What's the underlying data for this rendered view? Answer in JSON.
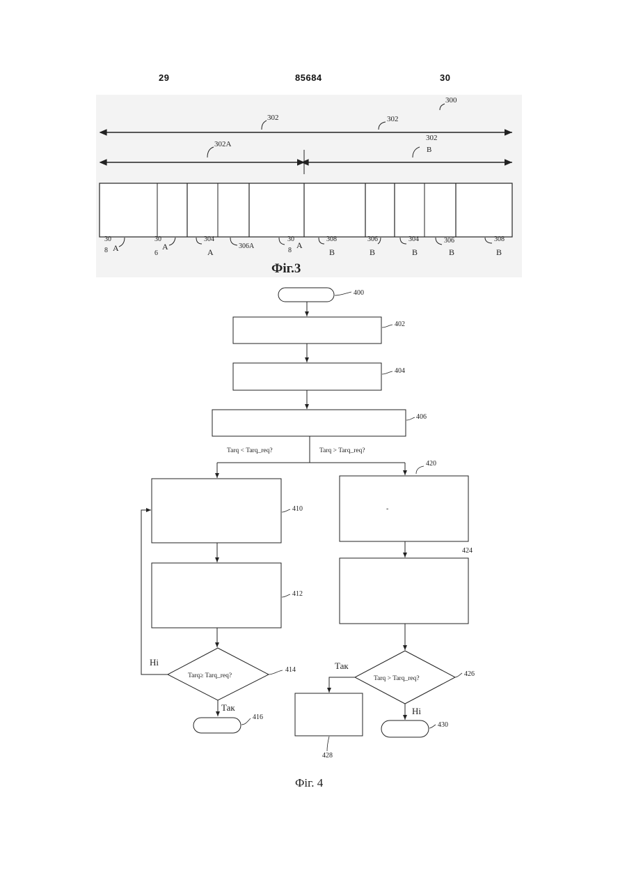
{
  "header": {
    "left_page": "29",
    "doc_number": "85684",
    "right_page": "30"
  },
  "fig3": {
    "caption": "Фіг.3",
    "ref_300": "300",
    "ref_302_top": "302",
    "ref_302_right": "302",
    "ref_302a": "302A",
    "ref_302b_num": "302",
    "ref_302b_letter": "B",
    "segment_labels": [
      {
        "num": "30",
        "sub": "8",
        "letter": "A"
      },
      {
        "num": "30",
        "sub": "6",
        "letter": "A"
      },
      {
        "num": "304",
        "sub": "",
        "letter": "A"
      },
      {
        "num": "306A",
        "sub": "",
        "letter": ""
      },
      {
        "num": "30",
        "sub": "8",
        "letter": "A"
      },
      {
        "num": "308",
        "sub": "",
        "letter": "B"
      },
      {
        "num": "306",
        "sub": "",
        "letter": "B"
      },
      {
        "num": "304",
        "sub": "",
        "letter": "B"
      },
      {
        "num": "306",
        "sub": "",
        "letter": "B"
      },
      {
        "num": "308",
        "sub": "",
        "letter": "B"
      }
    ]
  },
  "fig4": {
    "caption": "Фіг. 4",
    "refs": {
      "r400": "400",
      "r402": "402",
      "r404": "404",
      "r406": "406",
      "r410": "410",
      "r412": "412",
      "r414": "414",
      "r416": "416",
      "r420": "420",
      "r424": "424",
      "r426": "426",
      "r428": "428",
      "r430": "430"
    },
    "branch_left": "Tarq < Tarq_req?",
    "branch_right": "Tarq > Tarq_req?",
    "decision_414": "Tarq≥  Tarq_req?",
    "decision_426": "Tarq  > Tarq_req?",
    "no_label_left": "Ні",
    "yes_label_left": "Так",
    "yes_label_right": "Так",
    "no_label_right": "Ні",
    "box_420_mark": "-"
  }
}
